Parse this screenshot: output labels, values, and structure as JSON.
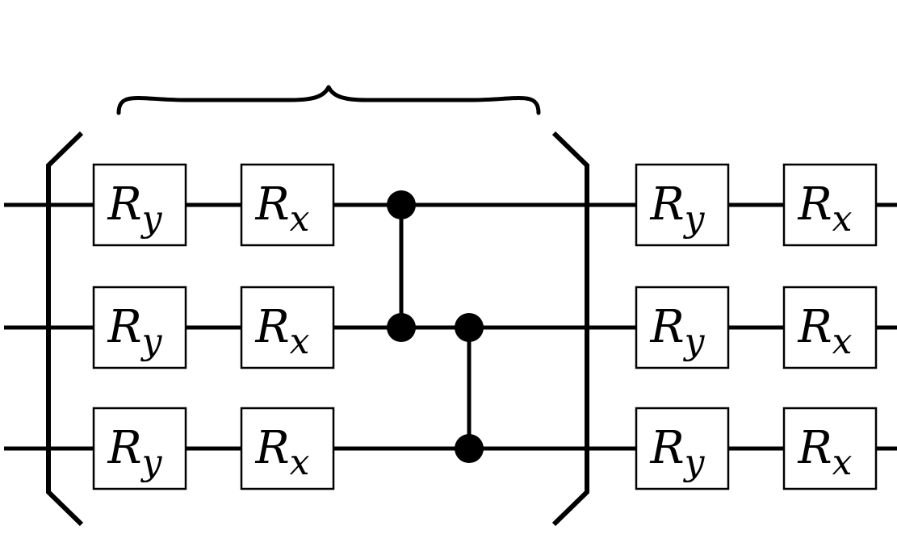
{
  "diagram": {
    "type": "quantum-circuit",
    "qubit_count": 3,
    "grouping": "first rotation layer and entangling gates enclosed in large brackets with an overbrace",
    "columns": [
      {
        "kind": "rotation",
        "symbol": "R",
        "subscript": "y",
        "grouped": true
      },
      {
        "kind": "rotation",
        "symbol": "R",
        "subscript": "x",
        "grouped": true
      },
      {
        "kind": "controlled-z",
        "qubits": [
          0,
          1
        ],
        "grouped": true
      },
      {
        "kind": "controlled-z",
        "qubits": [
          1,
          2
        ],
        "grouped": true
      },
      {
        "kind": "rotation",
        "symbol": "R",
        "subscript": "y",
        "grouped": false
      },
      {
        "kind": "rotation",
        "symbol": "R",
        "subscript": "x",
        "grouped": false
      }
    ]
  },
  "colors": {
    "line": "#000000",
    "gate_fill": "#ffffff",
    "background": "#ffffff"
  }
}
